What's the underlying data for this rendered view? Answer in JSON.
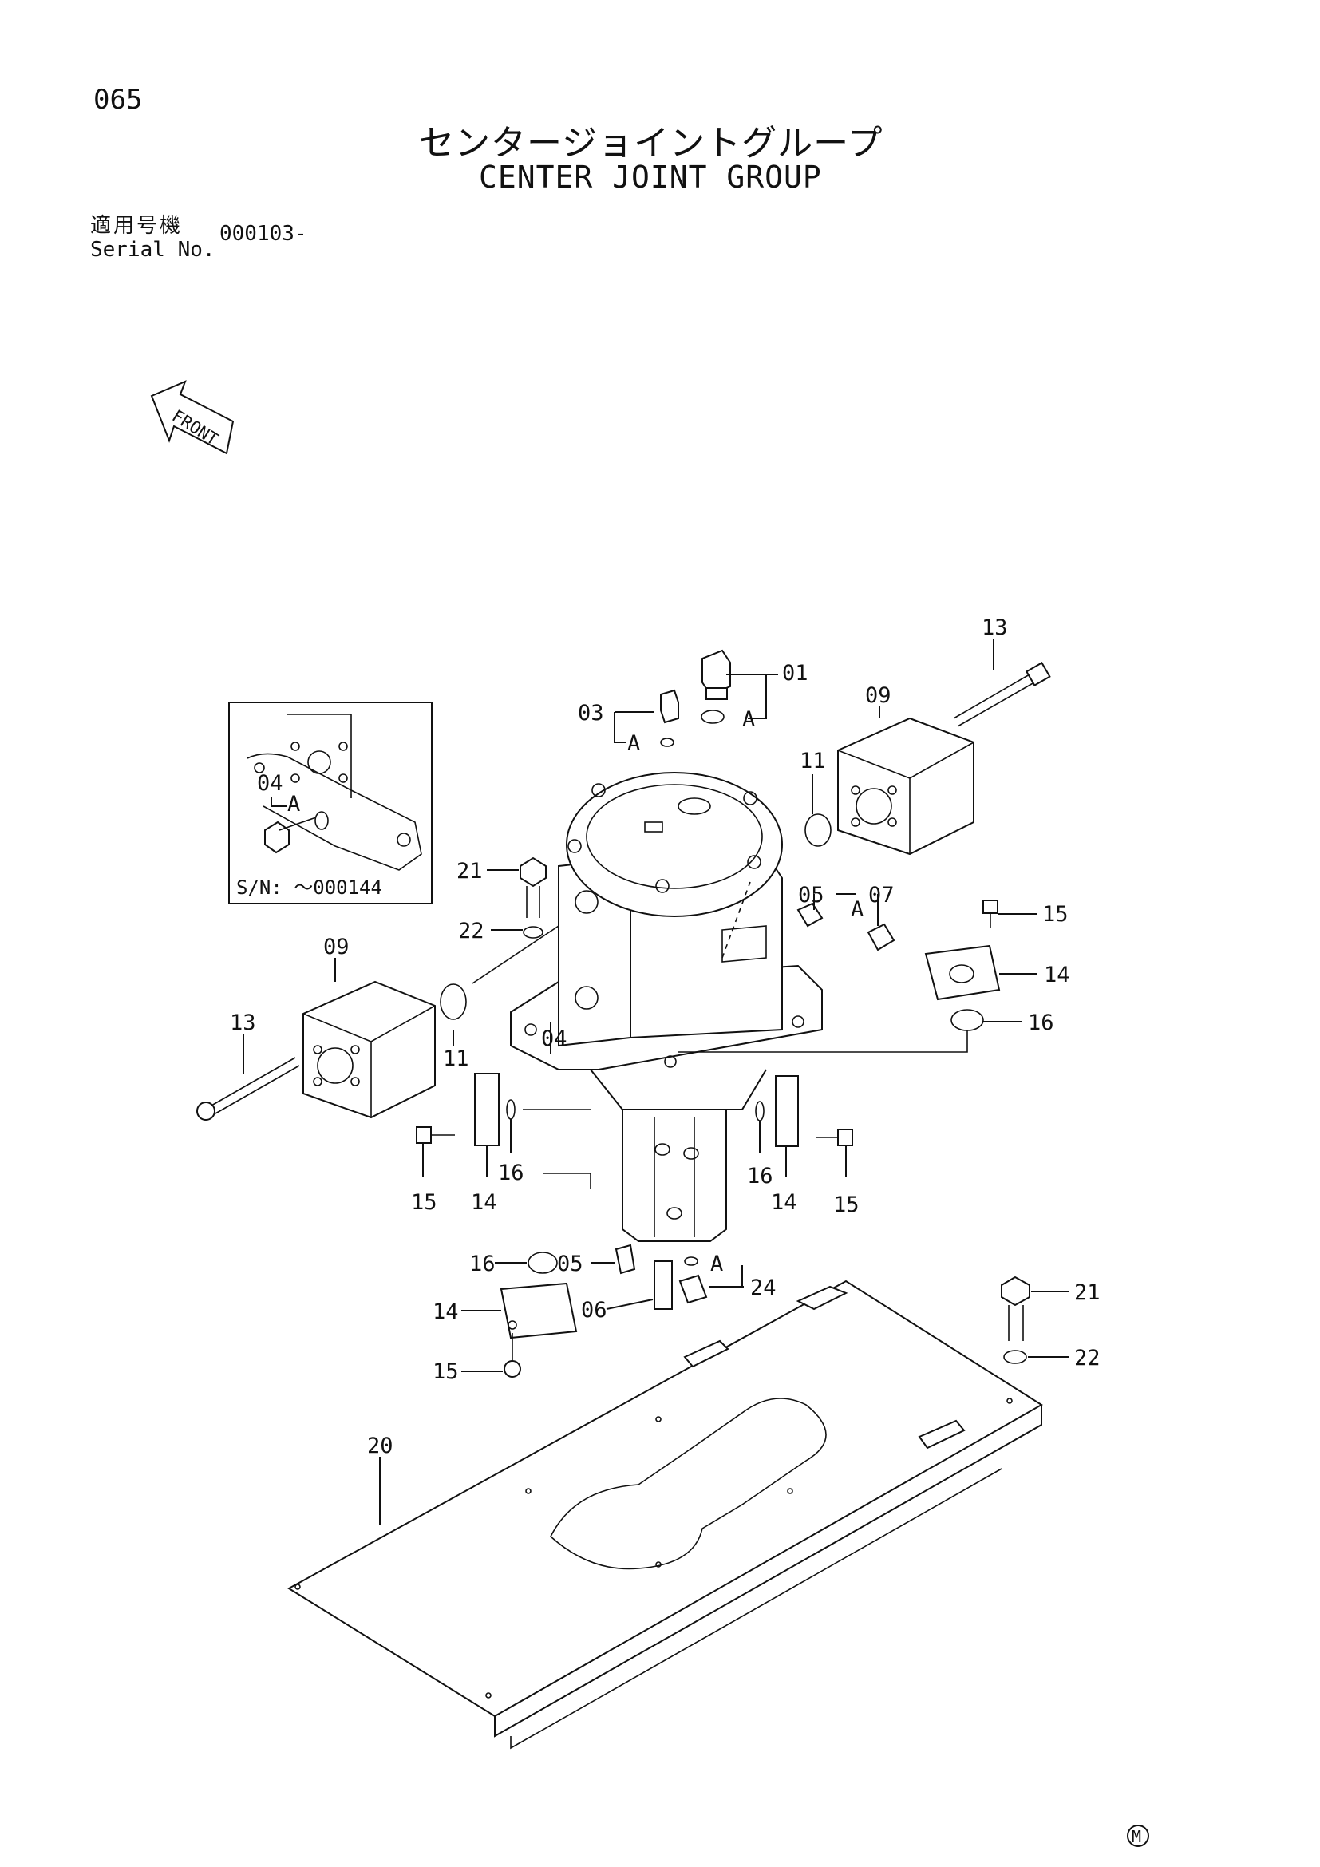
{
  "header": {
    "page_number": "065",
    "title_jp": "センタージョイントグループ",
    "title_en": "CENTER JOINT GROUP",
    "serial_label_jp": "適用号機",
    "serial_label_en": "Serial No.",
    "serial_value": "000103-"
  },
  "front_arrow": {
    "label": "FRONT"
  },
  "inset": {
    "caption": "S/N: ～000144",
    "labels": {
      "part_04": "04",
      "ref_a": "A"
    }
  },
  "part_labels": {
    "p01": "01",
    "p03": "03",
    "p04": "04",
    "p05a": "05",
    "p05b": "05",
    "p06": "06",
    "p07": "07",
    "p09a": "09",
    "p09b": "09",
    "p11a": "11",
    "p11b": "11",
    "p13a": "13",
    "p13b": "13",
    "p14a": "14",
    "p14b": "14",
    "p14c": "14",
    "p14d": "14",
    "p15a": "15",
    "p15b": "15",
    "p15c": "15",
    "p15d": "15",
    "p16a": "16",
    "p16b": "16",
    "p16c": "16",
    "p16d": "16",
    "p20": "20",
    "p21a": "21",
    "p21b": "21",
    "p22a": "22",
    "p22b": "22",
    "p24": "24"
  },
  "ref_labels": {
    "a1": "A",
    "a2": "A",
    "a3": "A",
    "a4": "A"
  },
  "footer": {
    "mark": "M"
  }
}
